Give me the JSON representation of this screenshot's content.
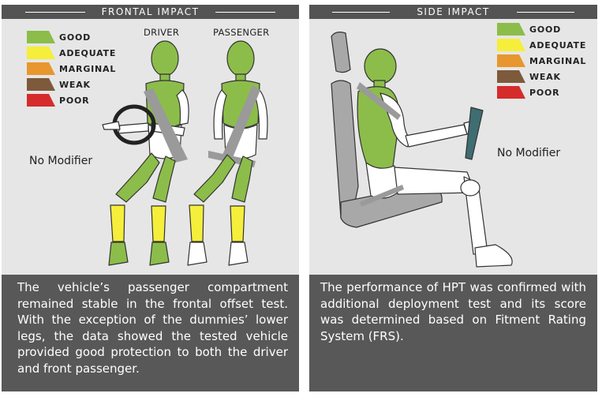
{
  "frontal": {
    "title": "FRONTAL IMPACT",
    "driver_label": "DRIVER",
    "passenger_label": "PASSENGER",
    "modifier": "No Modifier",
    "description": "The vehicle’s passenger compartment remained stable in the frontal offset test. With the exception of the dummies’ lower legs, the data showed the tested vehicle provided good protection to both the driver and front passenger."
  },
  "side": {
    "title": "SIDE IMPACT",
    "modifier": "No Modifier",
    "description": "The performance of HPT was confirmed with additional deployment test and its score was determined based on Fitment Rating System (FRS)."
  },
  "legend": [
    {
      "label": "GOOD",
      "color": "#8cbd4a"
    },
    {
      "label": "ADEQUATE",
      "color": "#f5ee3a"
    },
    {
      "label": "MARGINAL",
      "color": "#e8962e"
    },
    {
      "label": "WEAK",
      "color": "#7d5a3c"
    },
    {
      "label": "POOR",
      "color": "#d52b2b"
    }
  ],
  "colors": {
    "good": "#8cbd4a",
    "adequate": "#f5ee3a",
    "panel_bg": "#e6e6e6",
    "text_box_bg": "#585858",
    "header_bg": "#545454",
    "belt": "#9a9a9a",
    "seat": "#a8a8a8"
  }
}
